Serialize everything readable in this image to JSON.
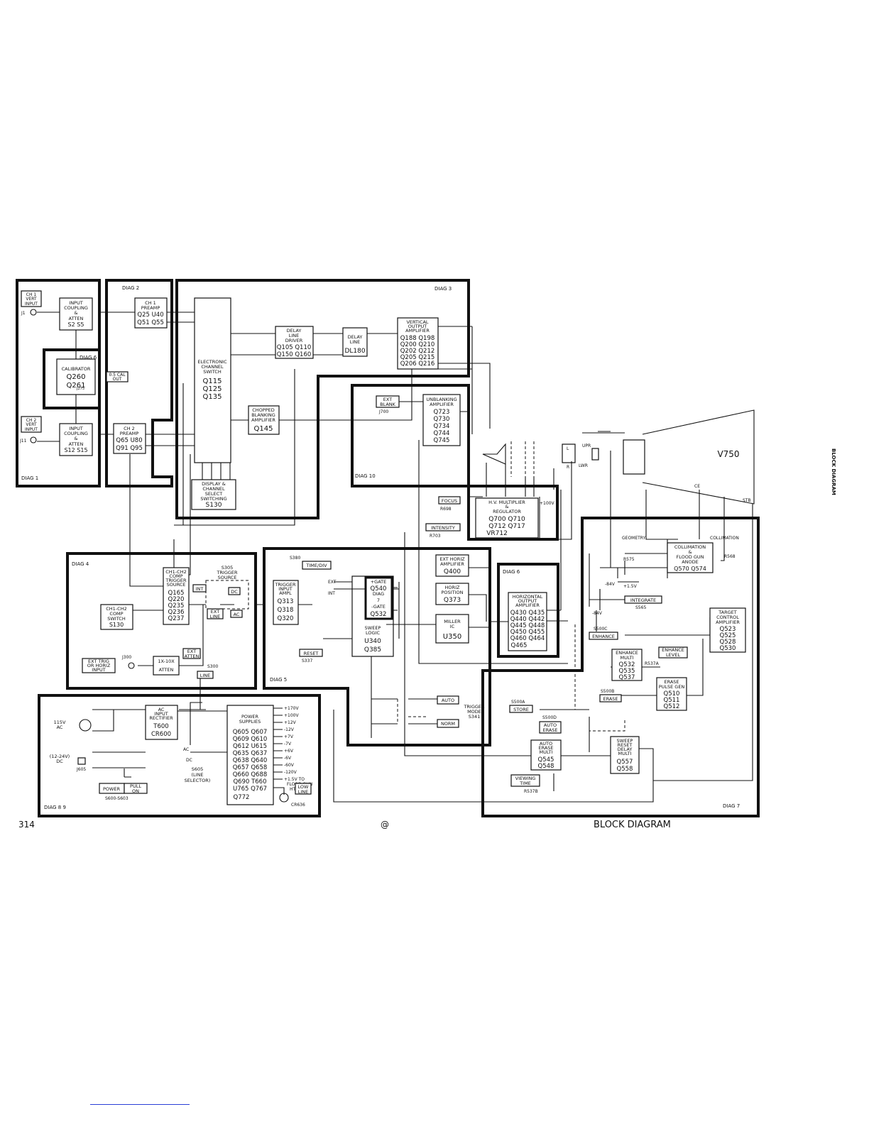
{
  "side_title": "BLOCK DIAGRAM",
  "footer": {
    "page": "314",
    "mark": "@",
    "title": "BLOCK   DIAGRAM"
  },
  "diag_labels": [
    "DIAG 1",
    "DIAG 2",
    "DIAG 3",
    "DIAG 4",
    "DIAG 5",
    "DIAG 6",
    "DIAG 6",
    "DIAG 7",
    "DIAG 8 9",
    "DIAG 10"
  ],
  "crt": "V750",
  "connectors": {
    "j1": "J1",
    "j11": "J11",
    "j300": "J300",
    "j275": "J275",
    "j605": "J605",
    "j700": "J700"
  },
  "boxes": {
    "ch1_in": [
      "CH 1",
      "VERT",
      "INPUT"
    ],
    "ch2_in": [
      "CH 2",
      "VERT",
      "INPUT"
    ],
    "ch1_cpl": [
      "INPUT",
      "COUPLING",
      "&",
      "ATTEN",
      "S2  S5"
    ],
    "ch2_cpl": [
      "INPUT",
      "COUPLING",
      "&",
      "ATTEN",
      "S12  S15"
    ],
    "calib": [
      "CALIBRATOR",
      "Q260",
      "Q261"
    ],
    "cal_out": [
      "0.5 CAL",
      "OUT"
    ],
    "ch1_pre": [
      "CH 1",
      "PREAMP",
      "Q25 U40",
      "Q51 Q55"
    ],
    "ch2_pre": [
      "CH 2",
      "PREAMP",
      "Q65 U80",
      "Q91 Q95"
    ],
    "ecs": [
      "ELECTRONIC",
      "CHANNEL",
      "SWITCH",
      "Q115",
      "Q125",
      "Q135"
    ],
    "disp_sw": [
      "DISPLAY &",
      "CHANNEL",
      "SELECT",
      "SWITCHING",
      "S130"
    ],
    "chop": [
      "CHOPPED",
      "BLANKING",
      "AMPLIFIER",
      "Q145"
    ],
    "dld": [
      "DELAY",
      "LINE",
      "DRIVER",
      "Q105 Q110",
      "Q150 Q160"
    ],
    "dl": [
      "DELAY",
      "LINE",
      "DL180"
    ],
    "vamp": [
      "VERTICAL",
      "OUTPUT",
      "AMPLIFIER",
      "Q188 Q198",
      "Q200 Q210",
      "Q202 Q212",
      "Q205 Q215",
      "Q206 Q216"
    ],
    "ext_blank": [
      "EXT",
      "BLANK"
    ],
    "unblank": [
      "UNBLANKING",
      "AMPLIFIER",
      "Q723",
      "Q730",
      "Q734",
      "Q744",
      "Q745"
    ],
    "focus": "FOCUS",
    "intensity": "INTENSITY",
    "hv": [
      "H.V. MULTIPLIER",
      "&",
      "REGULATOR",
      "Q700   Q710",
      "Q712   Q717",
      "VR712"
    ],
    "trig_src": [
      "CH1-CH2",
      "COMP",
      "TRIGGER",
      "SOURCE",
      "Q165",
      "Q220",
      "Q235",
      "Q236",
      "Q237"
    ],
    "comp_sw": [
      "CH1-CH2",
      "COMP",
      "SWITCH",
      "S130"
    ],
    "ext_trig": [
      "EXT TRIG",
      "OR HORIZ",
      "INPUT"
    ],
    "atten": [
      "1X-10X",
      "ATTEN"
    ],
    "timediv": "TIME/DIV",
    "trig_amp": [
      "TRIGGER",
      "INPUT",
      "AMPL",
      "Q313",
      "Q318",
      "Q320"
    ],
    "gate": [
      "+GATE",
      "Q540",
      "DIAG",
      "7",
      "-GATE",
      "Q532"
    ],
    "sweep": [
      "SWEEP",
      "LOGIC",
      "U340",
      "Q385"
    ],
    "ext_horiz": [
      "EXT HORIZ",
      "AMPLIFIER",
      "Q400"
    ],
    "horiz_pos": [
      "HORIZ",
      "POSITION",
      "Q373"
    ],
    "miller": [
      "MILLER",
      "IC",
      "U350"
    ],
    "reset": "RESET",
    "auto": "AUTO",
    "norm": "NORM",
    "trig_mode": [
      "TRIGGER",
      "MODE",
      "S341"
    ],
    "hamp": [
      "HORIZONTAL",
      "OUTPUT",
      "AMPLIFIER",
      "Q430 Q435",
      "Q440 Q442",
      "Q445 Q448",
      "Q450 Q455",
      "Q460 Q464",
      "Q465"
    ],
    "collim": [
      "COLLIMATION",
      "&",
      "FLOOD GUN",
      "ANODE",
      "Q570  Q574"
    ],
    "integrate": "INTEGRATE",
    "target": [
      "TARGET",
      "CONTROL",
      "AMPLIFIER",
      "Q523",
      "Q525",
      "Q528",
      "Q530"
    ],
    "enhance_sw": "ENHANCE",
    "enh_multi": [
      "ENHANCE",
      "MULTI",
      "Q532",
      "Q535",
      "Q537"
    ],
    "enh_level": [
      "ENHANCE",
      "LEVEL"
    ],
    "erase_sw": "ERASE",
    "erase_gen": [
      "ERASE",
      "PULSE GEN",
      "Q510",
      "Q511",
      "Q512"
    ],
    "store": "STORE",
    "auto_erase_sw": [
      "AUTO",
      "ERASE"
    ],
    "ae_multi": [
      "AUTO",
      "ERASE",
      "MULTI",
      "Q545",
      "Q548"
    ],
    "srd_multi": [
      "SWEEP",
      "RESET",
      "DELAY",
      "MULTI",
      "Q557",
      "Q558"
    ],
    "viewing": [
      "VIEWING",
      "TIME"
    ],
    "ac_rect": [
      "AC",
      "INPUT",
      "RECTIFIER",
      "T600",
      "CR600"
    ],
    "psu": [
      "POWER",
      "SUPPLIES",
      "Q605 Q607",
      "Q609 Q610",
      "Q612 U615",
      "Q635 Q637",
      "Q638 Q640",
      "Q657 Q658",
      "Q660 Q688",
      "Q690 T660",
      "U765 Q767",
      "Q772"
    ],
    "power": [
      "POWER",
      "PULL",
      "ON"
    ],
    "low_line": [
      "LOW",
      "LINE"
    ]
  },
  "rails": [
    "+170V",
    "+100V",
    "+12V",
    "-12V",
    "+7V",
    "-7V",
    "+6V",
    "-6V",
    "-60V",
    "-120V",
    "+1.5V TO",
    "FLOOD GUN",
    "HTRS"
  ],
  "labels": {
    "s305": [
      "S305",
      "TRIGGER",
      "SOURCE"
    ],
    "int": "INT",
    "dc": "DC",
    "ext_line": [
      "EXT",
      "LINE"
    ],
    "ac": "AC",
    "ext_atten": [
      "EXT",
      "ATTEN"
    ],
    "s300": "S300",
    "line": "LINE",
    "s380": "S380",
    "ext": "EXT",
    "int2": "INT",
    "s337": "S337",
    "s565": "S565",
    "r698": "R698",
    "r703": "R703",
    "plus100": "+100V",
    "geometry": "GEOMETRY",
    "collimation": "COLLIMATION",
    "r575": "R575",
    "r568": "R568",
    "m84a": "-84V",
    "m84b": "-84V",
    "p1_5": "+1.5V",
    "ce": "CE",
    "stb": "STB",
    "upr": "UPR",
    "lwr": "LWR",
    "L": "L",
    "R": "R",
    "s500c": "S500C",
    "r537a": "R537A",
    "s500b": "S500B",
    "s500a": "S500A",
    "s500d": "S500D",
    "r537b": "R537B",
    "ac115": [
      "115V",
      "AC"
    ],
    "dc12": [
      "(12-24V)",
      "DC"
    ],
    "acdc": [
      "AC",
      "DC"
    ],
    "s605": [
      "S605",
      "(LINE",
      "SELECTOR)"
    ],
    "s600": "S600-S603",
    "cr636": "CR636"
  }
}
